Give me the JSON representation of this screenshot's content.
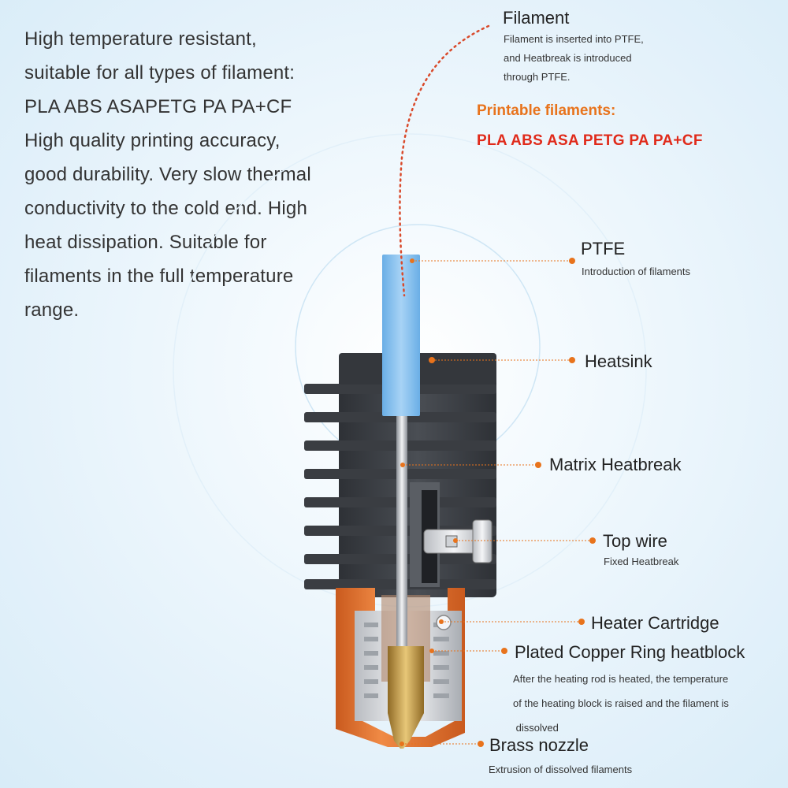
{
  "intro": {
    "lines": [
      "High temperature resistant,",
      "suitable for all types of filament:",
      "PLA ABS ASAPETG PA PA+CF",
      "High quality printing accuracy,",
      "good durability. Very slow thermal",
      "conductivity to the cold end. High",
      "heat dissipation. Suitable for",
      "filaments in the full temperature",
      "range."
    ]
  },
  "filament": {
    "title": "Filament",
    "desc": [
      "Filament is inserted into PTFE,",
      "and Heatbreak is introduced",
      "through PTFE."
    ]
  },
  "printable": {
    "heading": "Printable filaments:",
    "list": "PLA ABS  ASA PETG PA PA+CF"
  },
  "parts": {
    "ptfe": {
      "title": "PTFE",
      "desc": "Introduction of filaments"
    },
    "heatsink": {
      "title": "Heatsink"
    },
    "heatbreak": {
      "title": "Matrix Heatbreak"
    },
    "top_wire": {
      "title": "Top wire",
      "desc": "Fixed Heatbreak"
    },
    "heater": {
      "title": "Heater Cartridge"
    },
    "heatblock": {
      "title": "Plated Copper Ring heatblock",
      "desc": [
        "After the heating rod is heated, the temperature",
        "of the heating block is raised and  the filament is",
        " dissolved"
      ]
    },
    "nozzle": {
      "title": "Brass nozzle",
      "desc": "Extrusion of dissolved filaments"
    }
  },
  "colors": {
    "accent": "#e8731c",
    "highlight": "#e02a1a",
    "heatsink": "#3a3d42",
    "ptfe": "#7fbcec",
    "heatblock": "#e8742f",
    "brass": "#c9a24e"
  },
  "icons": [
    "callout-dot-icon",
    "heatsink-fins-icon"
  ]
}
